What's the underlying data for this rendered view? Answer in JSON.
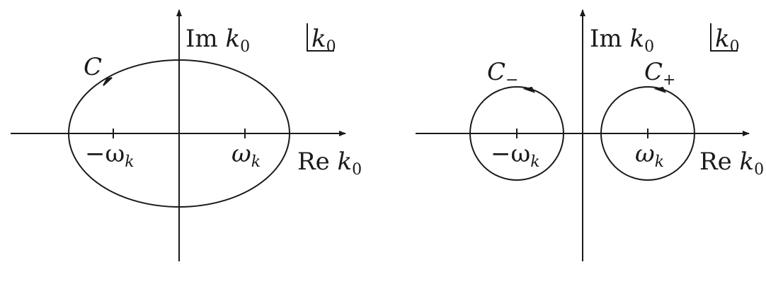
{
  "left_panel": {
    "im_label": "Im",
    "re_label": "Re",
    "var": "k",
    "var_sub": "0",
    "box_var": "k",
    "box_sub": "0",
    "contour": "C",
    "neg_tick": "−ω",
    "pos_tick": "ω",
    "tick_sub": "k"
  },
  "right_panel": {
    "im_label": "Im",
    "re_label": "Re",
    "var": "k",
    "var_sub": "0",
    "box_var": "k",
    "box_sub": "0",
    "contour_minus": "C",
    "contour_minus_sub": "−",
    "contour_plus": "C",
    "contour_plus_sub": "+",
    "neg_tick": "−ω",
    "pos_tick": "ω",
    "tick_sub": "k"
  },
  "colors": {
    "ink": "#1a1a1a"
  }
}
